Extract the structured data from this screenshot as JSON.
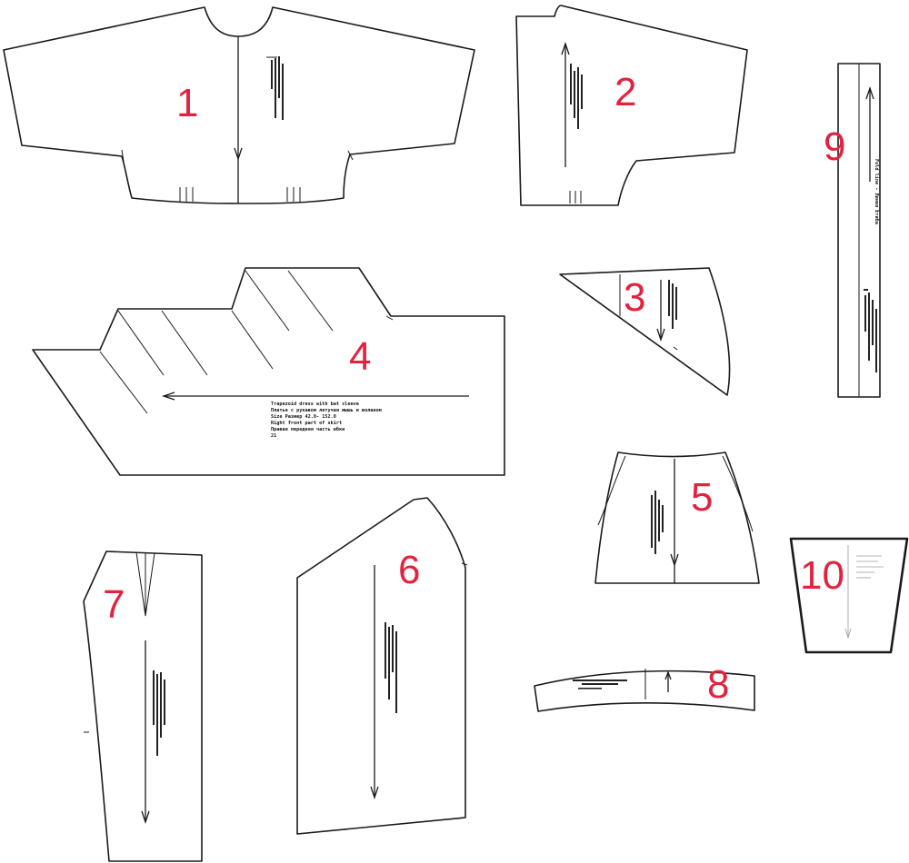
{
  "pieces": [
    {
      "number": "1"
    },
    {
      "number": "2"
    },
    {
      "number": "3"
    },
    {
      "number": "4"
    },
    {
      "number": "5"
    },
    {
      "number": "6"
    },
    {
      "number": "7"
    },
    {
      "number": "8"
    },
    {
      "number": "9"
    },
    {
      "number": "10"
    }
  ],
  "piece4_label": {
    "line1": "Trapezoid dress with bat sleeve",
    "line2": "Платье с рукавом летучая мышь и воланом",
    "line3": "Size Размер     42.0- 152.0",
    "line4": "Right front part of skirt",
    "line5": "Правая передняя часть юбки",
    "line6": "21"
  },
  "piece9_label": {
    "line1": "Fold line - Линия сгиба"
  },
  "colors": {
    "number": "#e3223f",
    "outline": "#1a1a1a"
  }
}
